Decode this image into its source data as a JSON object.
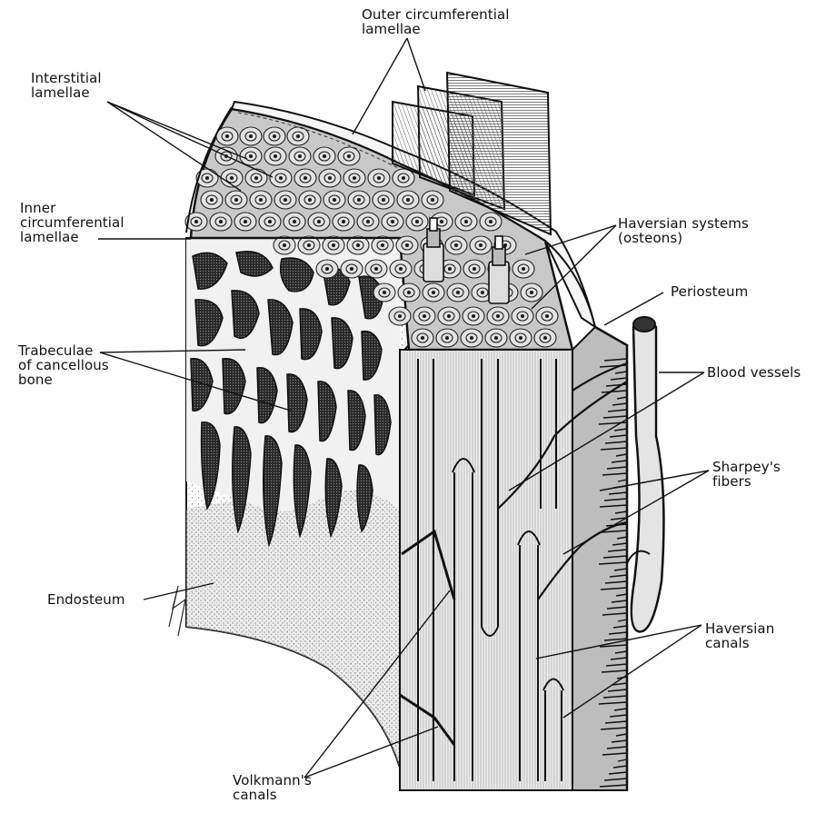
{
  "labels": {
    "outer_circumferential": [
      "Outer circumferential",
      "lamellae"
    ],
    "interstitial": [
      "Interstitial",
      "lamellae"
    ],
    "inner_circumferential": [
      "Inner",
      "circumferential",
      "lamellae"
    ],
    "haversian_systems": [
      "Haversian systems",
      "(osteons)"
    ],
    "periosteum": [
      "Periosteum"
    ],
    "trabeculae": [
      "Trabeculae",
      "of cancellous",
      "bone"
    ],
    "blood_vessels": [
      "Blood vessels"
    ],
    "sharpeys_fibers": [
      "Sharpey's",
      "fibers"
    ],
    "endosteum": [
      "Endosteum"
    ],
    "haversian_canals": [
      "Haversian",
      "canals"
    ],
    "volkmanns_canals": [
      "Volkmann's",
      "canals"
    ]
  }
}
